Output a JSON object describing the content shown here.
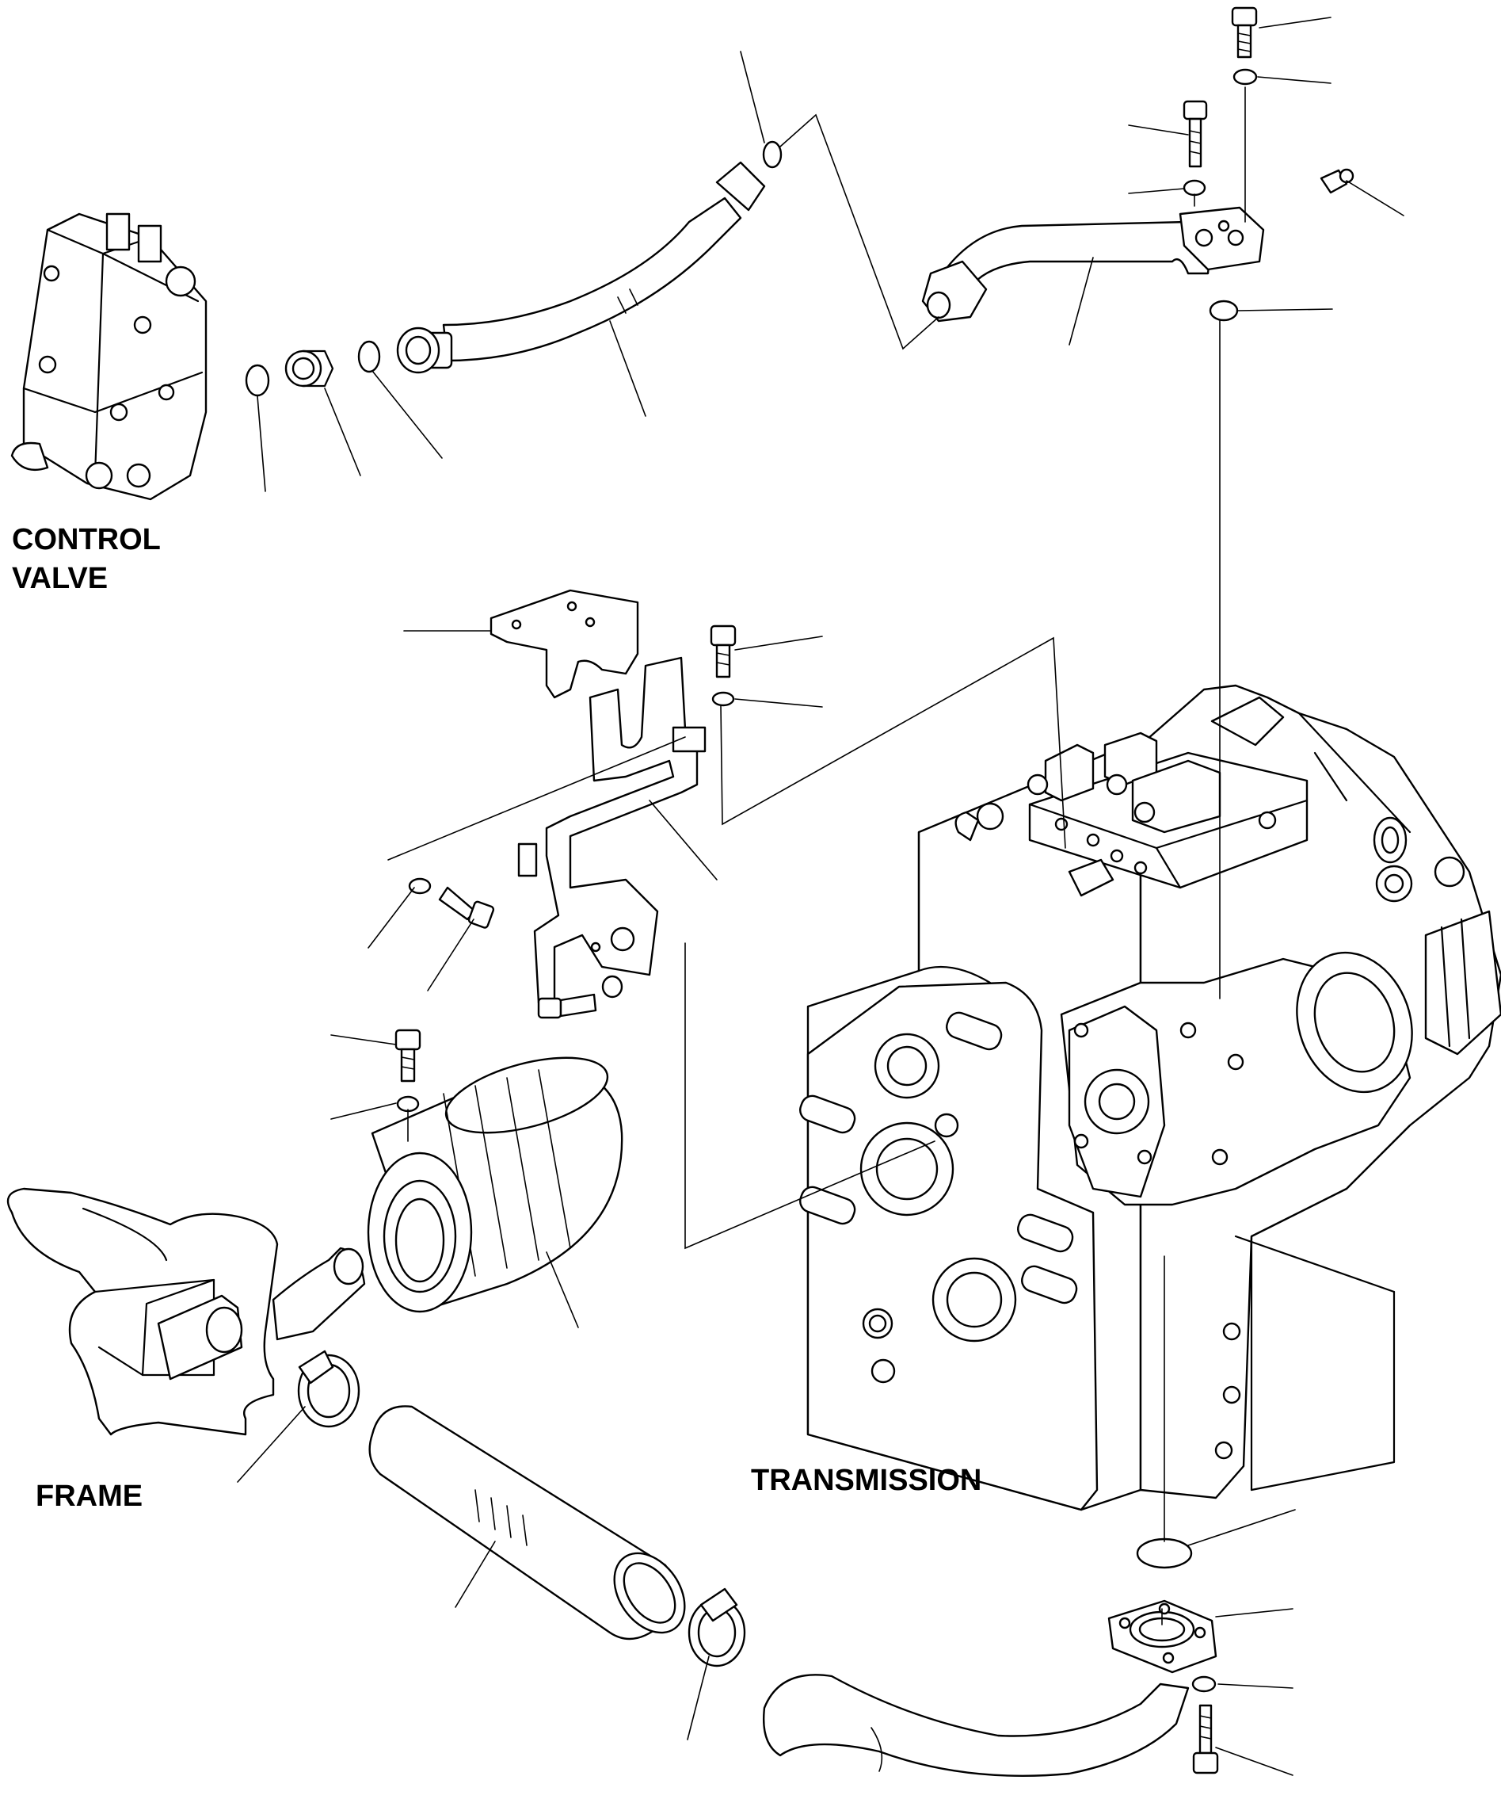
{
  "labels": {
    "control_valve_line1": "CONTROL",
    "control_valve_line2": "VALVE",
    "frame": "FRAME",
    "transmission": "TRANSMISSION"
  },
  "colors": {
    "background": "#ffffff",
    "ink": "#000000"
  }
}
